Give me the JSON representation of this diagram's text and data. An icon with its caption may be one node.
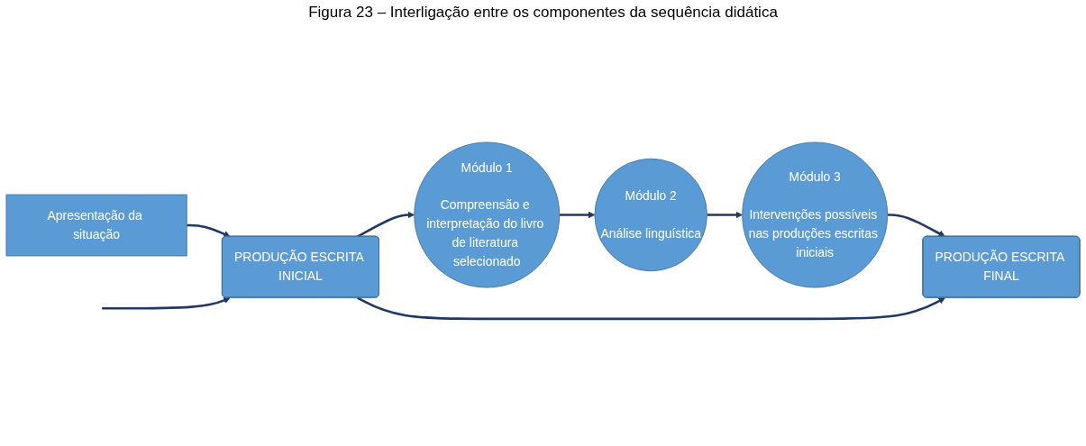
{
  "diagram": {
    "title": "Figura 23 – Interligação entre os componentes da sequência didática",
    "nodes": [
      {
        "text": [
          "Apresentação da situação"
        ]
      },
      {
        "text": [
          "PRODUÇÃO ESCRITA INICIAL"
        ]
      },
      {
        "text": [
          "Módulo 1",
          "Compreensão e interpretação do livro de literatura selecionado"
        ]
      },
      {
        "text": [
          "Módulo 2",
          "Análise linguística"
        ]
      },
      {
        "text": [
          "Módulo 3",
          "Intervenções possíveis nas produções escritas iniciais"
        ]
      },
      {
        "text": [
          "PRODUÇÃO ESCRITA FINAL"
        ]
      }
    ],
    "edges": [
      {
        "from": 0,
        "to": 1,
        "arrow": "to"
      },
      {
        "from": 1,
        "to": 2,
        "arrow": "to"
      },
      {
        "from": 2,
        "to": 3,
        "arrow": "to"
      },
      {
        "from": 3,
        "to": 4,
        "arrow": "to"
      },
      {
        "from": 4,
        "to": 5,
        "arrow": "to"
      },
      {
        "from": 1,
        "to": 5,
        "arrow": "to"
      },
      {
        "from": null,
        "to": 1,
        "arrow": "to"
      }
    ]
  }
}
